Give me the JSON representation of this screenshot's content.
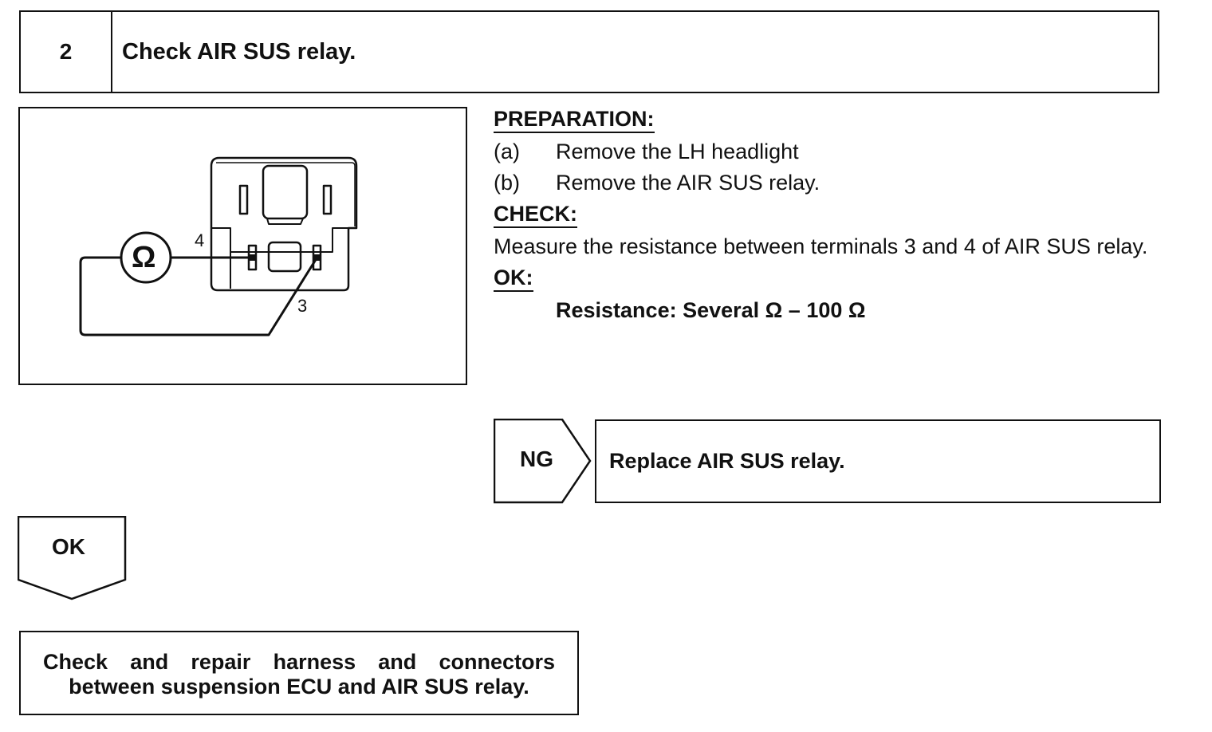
{
  "step": {
    "number": "2",
    "title": "Check AIR SUS relay."
  },
  "figure": {
    "terminal_a": "4",
    "terminal_b": "3",
    "meter_symbol": "Ω",
    "icon": "ohmmeter-icon"
  },
  "preparation": {
    "heading": "PREPARATION:",
    "items": [
      {
        "label": "(a)",
        "text": "Remove the LH headlight"
      },
      {
        "label": "(b)",
        "text": "Remove the AIR SUS relay."
      }
    ]
  },
  "check": {
    "heading": "CHECK:",
    "text": "Measure the resistance between terminals 3 and 4 of AIR SUS relay."
  },
  "ok_spec": {
    "heading": "OK:",
    "text": "Resistance: Several Ω – 100 Ω"
  },
  "ng": {
    "label": "NG",
    "action": "Replace AIR SUS relay."
  },
  "ok": {
    "label": "OK",
    "action": "Check and repair harness and connectors between suspension ECU and AIR SUS relay."
  }
}
